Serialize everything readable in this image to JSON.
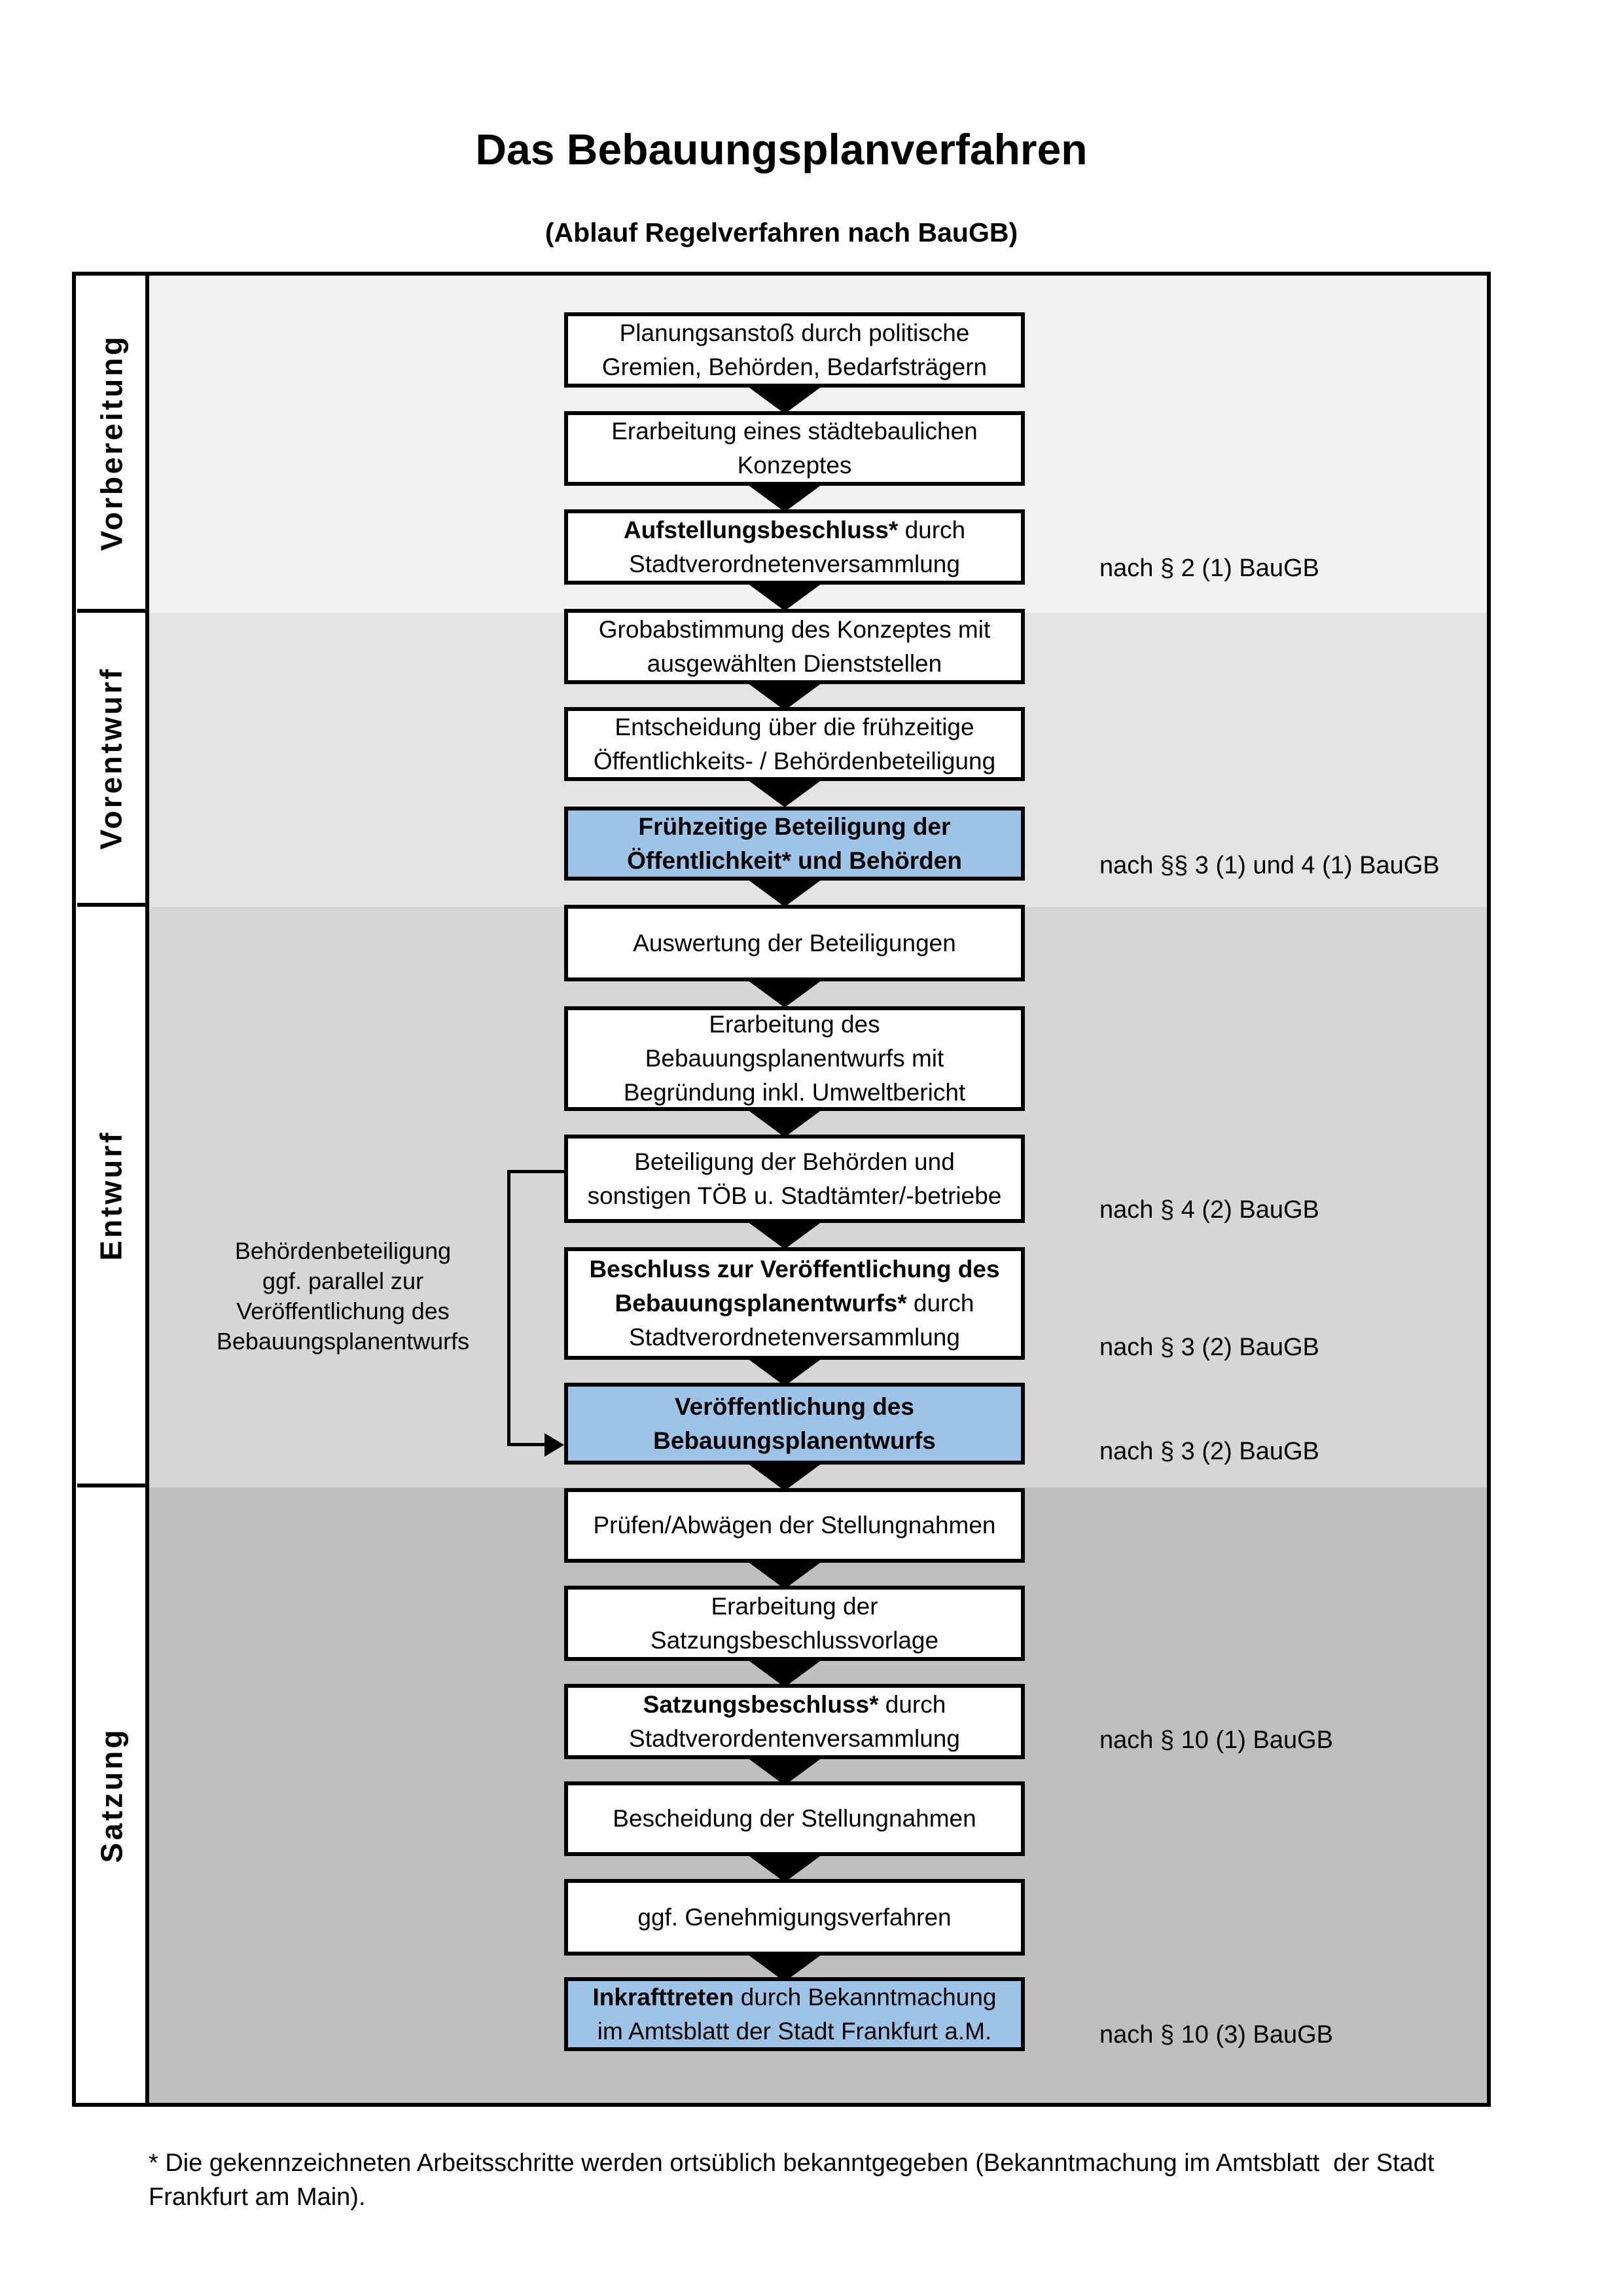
{
  "title": "Das Bebauungsplanverfahren",
  "subtitle": "(Ablauf Regelverfahren nach BauGB)",
  "phases": [
    {
      "label": "Vorbereitung"
    },
    {
      "label": "Vorentwurf"
    },
    {
      "label": "Entwurf"
    },
    {
      "label": "Satzung"
    }
  ],
  "boxes": [
    {
      "text": "Planungsanstoß durch politische\nGremien, Behörden, Bedarfsträgern"
    },
    {
      "text": "Erarbeitung eines städtebaulichen\nKonzeptes"
    },
    {
      "bold": "Aufstellungsbeschluss*",
      "rest": " durch\nStadtverordnetenversammlung"
    },
    {
      "text": "Grobabstimmung des Konzeptes mit\nausgewählten Dienststellen"
    },
    {
      "text": "Entscheidung über die frühzeitige\nÖffentlichkeits- / Behördenbeteiligung"
    },
    {
      "text": "Frühzeitige Beteiligung der\nÖffentlichkeit* und Behörden"
    },
    {
      "text": "Auswertung der Beteiligungen"
    },
    {
      "text": "Erarbeitung des\nBebauungsplanentwurfs mit\nBegründung inkl. Umweltbericht"
    },
    {
      "text": "Beteiligung der Behörden und\nsonstigen TÖB u. Stadtämter/-betriebe"
    },
    {
      "bold": "Beschluss zur Veröffentlichung des\nBebauungsplanentwurfs*",
      "rest": " durch\nStadtverordnetenversammlung"
    },
    {
      "text": "Veröffentlichung des\nBebauungsplanentwurfs"
    },
    {
      "text": "Prüfen/Abwägen der Stellungnahmen"
    },
    {
      "text": "Erarbeitung der\nSatzungsbeschlussvorlage"
    },
    {
      "bold": "Satzungsbeschluss*",
      "rest": " durch\nStadtverordentenversammlung"
    },
    {
      "text": "Bescheidung der Stellungnahmen"
    },
    {
      "text": "ggf. Genehmigungsverfahren"
    },
    {
      "bold": "Inkrafttreten",
      "rest": " durch Bekanntmachung\nim Amtsblatt der Stadt Frankfurt a.M."
    }
  ],
  "captions": [
    {
      "text": "nach § 2 (1) BauGB"
    },
    {
      "text": "nach §§ 3 (1) und 4 (1) BauGB"
    },
    {
      "text": "nach § 4 (2) BauGB"
    },
    {
      "text": "nach § 3 (2) BauGB"
    },
    {
      "text": "nach § 3 (2) BauGB"
    },
    {
      "text": "nach § 10 (1) BauGB"
    },
    {
      "text": "nach § 10 (3) BauGB"
    }
  ],
  "side_note": "Behördenbeteiligung\nggf. parallel zur\nVeröffentlichung des\nBebauungsplanentwurfs",
  "footnote": "* Die gekennzeichneten Arbeitsschritte werden ortsüblich bekanntgegeben (Bekanntmachung im Amtsblatt  der Stadt\nFrankfurt am Main).",
  "colors": {
    "highlight_blue": "#9dc3e6",
    "band_vorbereitung": "#f1f1f1",
    "band_vorentwurf": "#e3e3e3",
    "band_entwurf": "#d6d6d6",
    "band_satzung": "#bfbfbf",
    "line_black": "#000000"
  }
}
